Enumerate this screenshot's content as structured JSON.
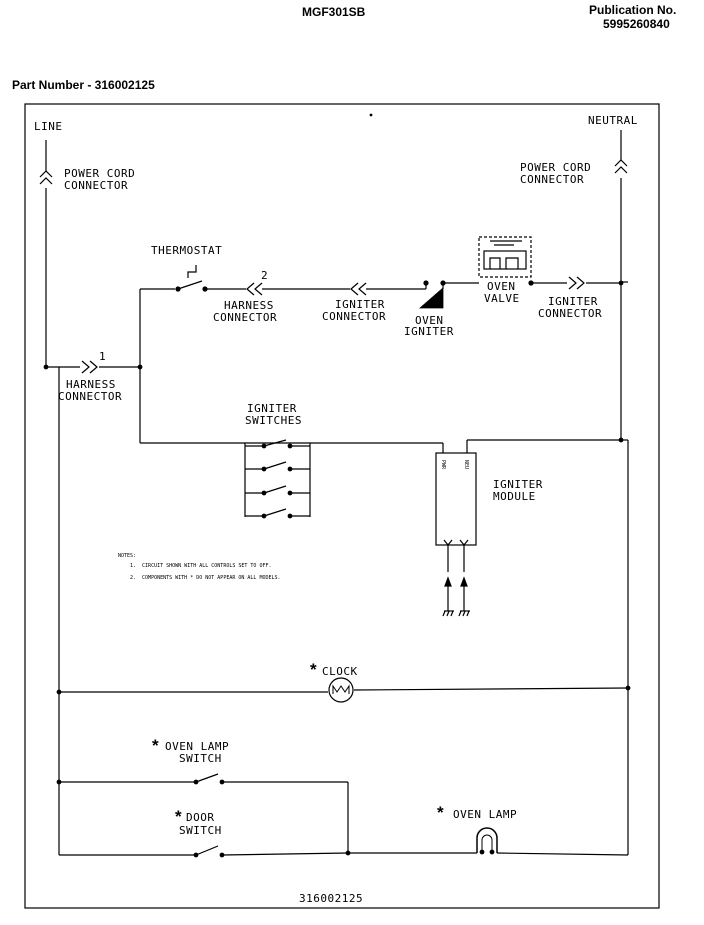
{
  "header": {
    "model": "MGF301SB",
    "publication_label": "Publication No.",
    "publication_number": "5995260840",
    "part_number": "Part Number - 316002125"
  },
  "labels": {
    "line": "LINE",
    "neutral": "NEUTRAL",
    "power_cord_left": [
      "POWER CORD",
      "CONNECTOR"
    ],
    "power_cord_right": [
      "POWER CORD",
      "CONNECTOR"
    ],
    "thermostat": "THERMOSTAT",
    "pin_2": "2",
    "pin_1": "1",
    "harness_top": [
      "HARNESS",
      "CONNECTOR"
    ],
    "igniter_connector_left": [
      "IGNITER",
      "CONNECTOR"
    ],
    "oven_igniter": [
      "OVEN",
      "IGNITER"
    ],
    "oven_valve": [
      "OVEN",
      "VALVE"
    ],
    "igniter_connector_right": [
      "IGNITER",
      "CONNECTOR"
    ],
    "harness_left": [
      "HARNESS",
      "CONNECTOR"
    ],
    "igniter_switches": [
      "IGNITER",
      "SWITCHES"
    ],
    "igniter_module": [
      "IGNITER",
      "MODULE"
    ],
    "module_pin_left": "PWR",
    "module_pin_right": "NEU",
    "notes_title": "NOTES:",
    "notes": [
      "1.  CIRCUIT SHOWN WITH ALL CONTROLS SET TO OFF.",
      "2.  COMPONENTS WITH * DO NOT APPEAR ON ALL MODELS."
    ],
    "asterisk": "*",
    "clock": "CLOCK",
    "oven_lamp_switch": [
      "OVEN LAMP",
      "SWITCH"
    ],
    "door_switch": [
      "DOOR",
      "SWITCH"
    ],
    "oven_lamp": "OVEN LAMP",
    "footer_number": "316002125"
  }
}
